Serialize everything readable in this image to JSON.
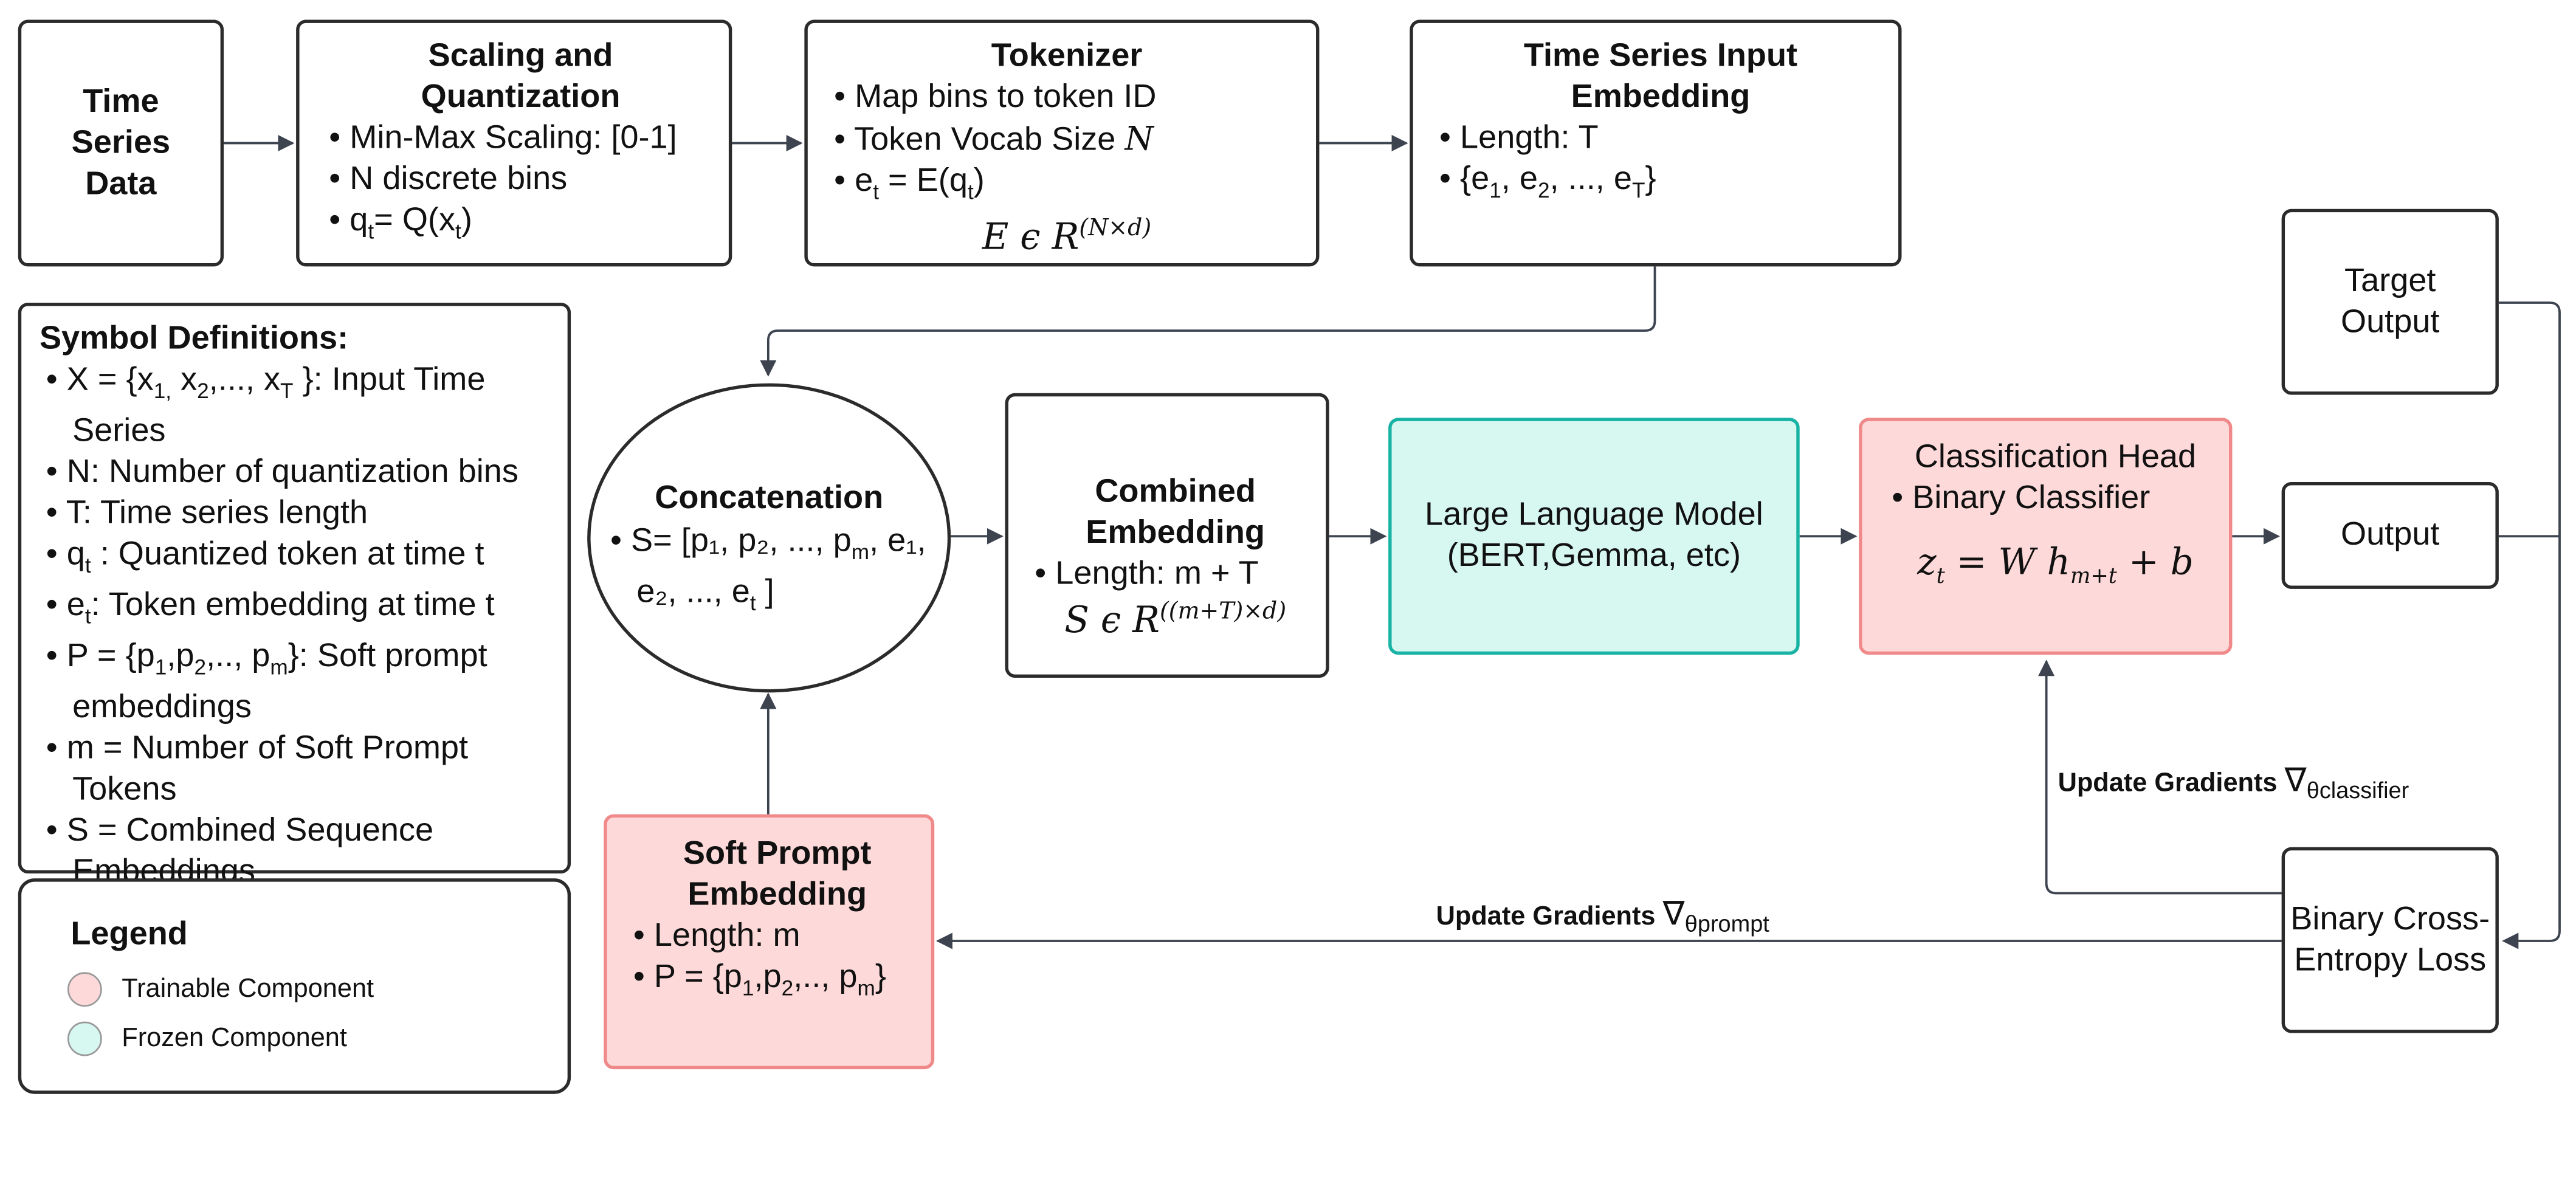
{
  "colors": {
    "trainable_fill": "#fdd9d9",
    "trainable_border": "#f08a8a",
    "frozen_fill": "#d7f7f1",
    "frozen_border": "#18b3a4",
    "line": "#3d4450"
  },
  "time_series": {
    "label": "Time Series Data"
  },
  "scaling": {
    "title": "Scaling and Quantization",
    "item1": "Min-Max Scaling: [0-1]",
    "item2": "N discrete bins",
    "item3_q": "q",
    "item3_t": "t",
    "item3_mid": "= Q(x",
    "item3_end": ")"
  },
  "tokenizer": {
    "title": "Tokenizer",
    "item1": "Map bins to token ID",
    "item2_text": "Token Vocab Size ",
    "item2_var": "N",
    "item3_e": "e",
    "item3_t": "t",
    "item3_mid": " = E(q",
    "item3_end": ")",
    "formula_base": "E ϵ R",
    "formula_sup": "(N×d)"
  },
  "input_embedding": {
    "title": "Time Series Input Embedding",
    "item1": "Length: T",
    "item2_a": "{e",
    "item2_s1": "1",
    "item2_b": ", e",
    "item2_s2": "2",
    "item2_c": ", ..., e",
    "item2_sT": "T",
    "item2_d": "}"
  },
  "symbols": {
    "title": "Symbol Definitions:",
    "x_a": "X = {x",
    "x_s1": "1,",
    "x_b": " x",
    "x_s2": "2",
    "x_c": ",..., x",
    "x_sT": "T",
    "x_d": " }: Input Time Series",
    "n_def": "N: Number of quantization bins",
    "t_def": "T: Time series length",
    "q_a": "q",
    "q_s": "t",
    "q_b": " : Quantized token at time t",
    "e_a": "e",
    "e_s": "t",
    "e_b": ": Token embedding at time t",
    "p_a": "P = {p",
    "p_s1": "1",
    "p_b": ",p",
    "p_s2": "2",
    "p_c": ",.., p",
    "p_sm": "m",
    "p_d": "}: Soft prompt embeddings",
    "m_def": "m = Number of Soft Prompt Tokens",
    "s_def": "S = Combined Sequence Embeddings"
  },
  "legend": {
    "title": "Legend",
    "trainable": "Trainable Component",
    "frozen": "Frozen Component"
  },
  "concatenation": {
    "title": "Concatenation",
    "item_a": "S= [p₁, p₂, ..., p",
    "item_sm": "m",
    "item_b": ", e₁, e₂, ..., e",
    "item_st": "t",
    "item_c": " ]"
  },
  "combined": {
    "title": "Combined Embedding",
    "item1": "Length: m + T",
    "formula_base": "S ϵ R",
    "formula_sup": "((m+T)×d)"
  },
  "llm": {
    "line1": "Large Language Model",
    "line2": "(BERT,Gemma, etc)"
  },
  "classifier": {
    "title": "Classification Head",
    "item1": "Binary Classifier",
    "formula_a": "z",
    "formula_as": "t",
    "formula_b": " = W h",
    "formula_bs": "m+t",
    "formula_c": " + b"
  },
  "target": {
    "label": "Target Output"
  },
  "output": {
    "label": "Output"
  },
  "loss": {
    "label": "Binary Cross-Entropy Loss"
  },
  "soft_prompt": {
    "title": "Soft Prompt Embedding",
    "item1": "Length: m",
    "p_a": "P = {p",
    "p_s1": "1",
    "p_b": ",p",
    "p_s2": "2",
    "p_c": ",.., p",
    "p_sm": "m",
    "p_d": "}"
  },
  "gradients": {
    "classifier_text": "Update Gradients ",
    "classifier_nabla": "∇",
    "classifier_sub": "θclassifier",
    "prompt_text": "Update Gradients ",
    "prompt_nabla": "∇",
    "prompt_sub": "θprompt"
  }
}
